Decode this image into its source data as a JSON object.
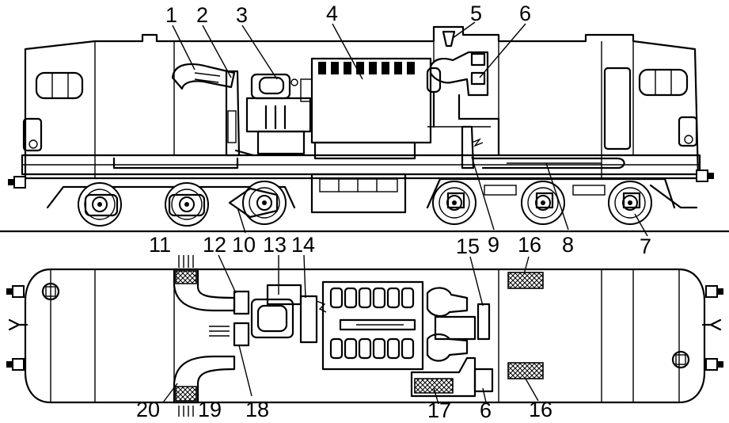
{
  "figure": {
    "callouts": [
      {
        "id": "1",
        "text": "1"
      },
      {
        "id": "2",
        "text": "2"
      },
      {
        "id": "3",
        "text": "3"
      },
      {
        "id": "4",
        "text": "4"
      },
      {
        "id": "5",
        "text": "5"
      },
      {
        "id": "6",
        "text": "6"
      },
      {
        "id": "9",
        "text": "9"
      },
      {
        "id": "16a",
        "text": "16"
      },
      {
        "id": "8",
        "text": "8"
      },
      {
        "id": "7",
        "text": "7"
      },
      {
        "id": "11",
        "text": "11"
      },
      {
        "id": "12",
        "text": "12"
      },
      {
        "id": "10",
        "text": "10"
      },
      {
        "id": "13",
        "text": "13"
      },
      {
        "id": "14",
        "text": "14"
      },
      {
        "id": "15",
        "text": "15"
      },
      {
        "id": "20",
        "text": "20"
      },
      {
        "id": "19",
        "text": "19"
      },
      {
        "id": "18",
        "text": "18"
      },
      {
        "id": "17",
        "text": "17"
      },
      {
        "id": "6b",
        "text": "6"
      },
      {
        "id": "16b",
        "text": "16"
      }
    ]
  }
}
